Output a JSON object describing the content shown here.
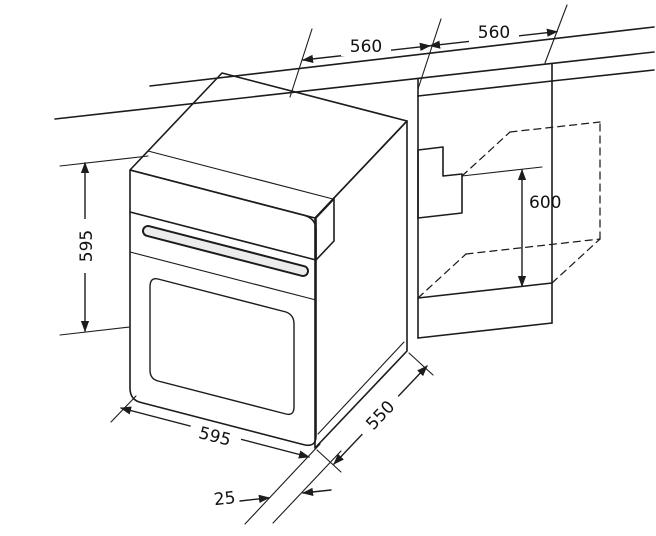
{
  "figure": {
    "kind": "built-in-oven-installation-diagram",
    "dimension_labels": {
      "cabinet_width_left": "560",
      "cabinet_width_right": "560",
      "oven_height": "595",
      "niche_height": "600",
      "oven_width": "595",
      "oven_depth": "550",
      "front_clearance": "25"
    },
    "colors": {
      "line": "#1c1c1c",
      "background": "#ffffff",
      "oven_front": "#ececec",
      "oven_side": "#d8d8d8",
      "oven_top": "#f7f7f7",
      "fascia_end": "#e0e0e0"
    }
  }
}
